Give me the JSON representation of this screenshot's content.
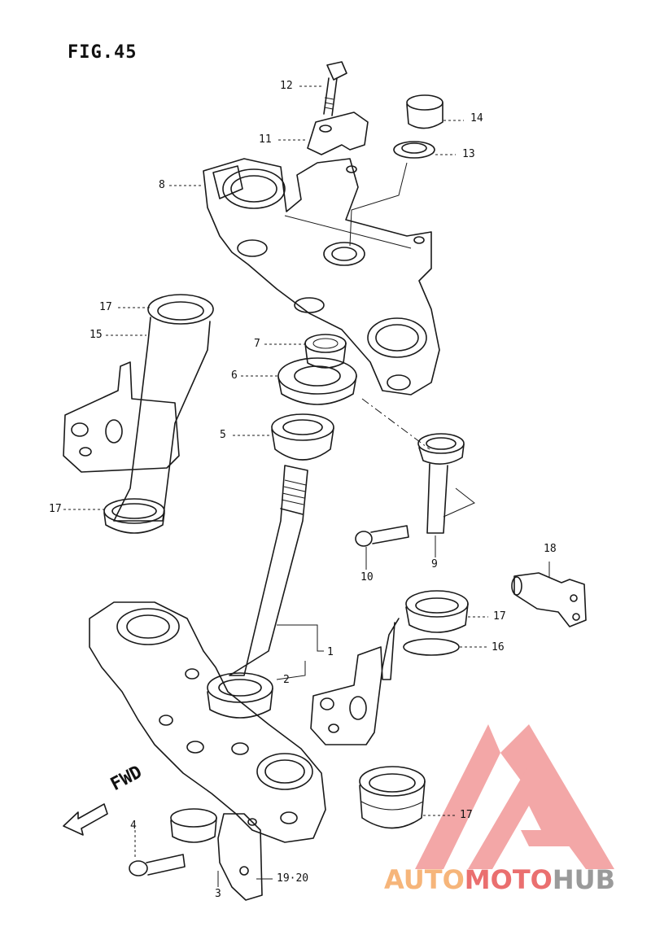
{
  "figure": {
    "title": "FIG.45"
  },
  "direction_label": "FWD",
  "callouts": [
    {
      "id": "c1",
      "text": "1"
    },
    {
      "id": "c2",
      "text": "2"
    },
    {
      "id": "c3",
      "text": "3"
    },
    {
      "id": "c4",
      "text": "4"
    },
    {
      "id": "c5",
      "text": "5"
    },
    {
      "id": "c6",
      "text": "6"
    },
    {
      "id": "c7",
      "text": "7"
    },
    {
      "id": "c8",
      "text": "8"
    },
    {
      "id": "c9",
      "text": "9"
    },
    {
      "id": "c10",
      "text": "10"
    },
    {
      "id": "c11",
      "text": "11"
    },
    {
      "id": "c12",
      "text": "12"
    },
    {
      "id": "c13",
      "text": "13"
    },
    {
      "id": "c14",
      "text": "14"
    },
    {
      "id": "c15",
      "text": "15"
    },
    {
      "id": "c16",
      "text": "16"
    },
    {
      "id": "c17a",
      "text": "17"
    },
    {
      "id": "c17b",
      "text": "17"
    },
    {
      "id": "c17c",
      "text": "17"
    },
    {
      "id": "c17d",
      "text": "17"
    },
    {
      "id": "c18",
      "text": "18"
    },
    {
      "id": "c19",
      "text": "19·20"
    }
  ],
  "watermark": {
    "part1": "AUTO",
    "part2": "MOTO",
    "part3": "HUB",
    "colors": {
      "auto": "#f6b57a",
      "moto": "#ea6f6f",
      "hub": "#9a9a9a",
      "logo": "#f08080"
    }
  }
}
